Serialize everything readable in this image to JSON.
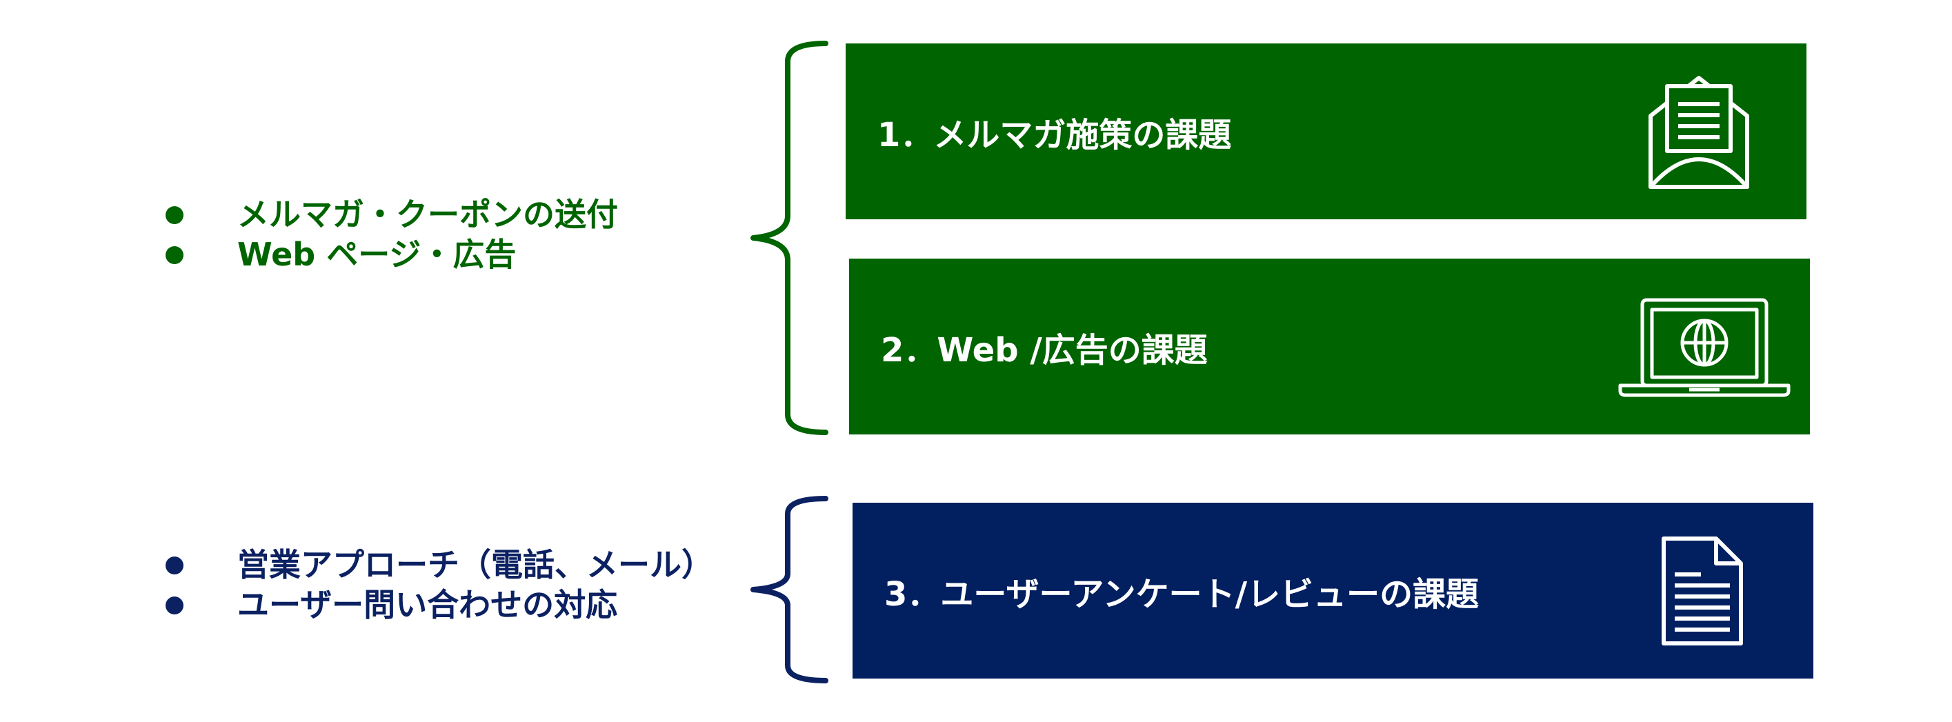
{
  "colors": {
    "green": "#006400",
    "navy": "#021f5f",
    "white": "#ffffff"
  },
  "group1": {
    "bullets": [
      "メルマガ・クーポンの送付",
      "Web ページ・広告"
    ],
    "boxes": [
      {
        "label": "1．メルマガ施策の課題",
        "icon": "open-envelope-icon"
      },
      {
        "label": "2．Web /広告の課題",
        "icon": "laptop-globe-icon"
      }
    ]
  },
  "group2": {
    "bullets": [
      "営業アプローチ（電話、メール）",
      "ユーザー問い合わせの対応"
    ],
    "boxes": [
      {
        "label": "3．ユーザーアンケート/レビューの課題",
        "icon": "document-icon"
      }
    ]
  }
}
